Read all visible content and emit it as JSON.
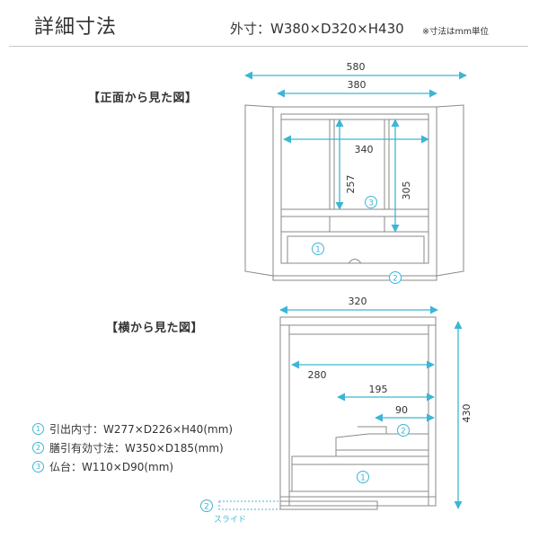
{
  "header": {
    "title": "詳細寸法",
    "external_size": "外寸：W380×D320×H430",
    "note": "※寸法はmm単位"
  },
  "front_view": {
    "label": "【正面から見た図】",
    "dim_outer": "580",
    "dim_inner": "380",
    "dim_340": "340",
    "dim_257": "257",
    "dim_305": "305",
    "mark_1": "1",
    "mark_2": "2",
    "mark_3": "3"
  },
  "side_view": {
    "label": "【横から見た図】",
    "dim_320": "320",
    "dim_280": "280",
    "dim_195": "195",
    "dim_90": "90",
    "dim_430": "430",
    "mark_1": "1",
    "mark_2": "2",
    "slide_label": "スライド"
  },
  "legend": [
    {
      "mark": "1",
      "text": "引出内寸：W277×D226×H40(mm)"
    },
    {
      "mark": "2",
      "text": "膳引有効寸法：W350×D185(mm)"
    },
    {
      "mark": "3",
      "text": "仏台：W110×D90(mm)"
    }
  ],
  "colors": {
    "dimension": "#3cb6d4",
    "outline": "#8a8a8a",
    "text": "#333333"
  }
}
